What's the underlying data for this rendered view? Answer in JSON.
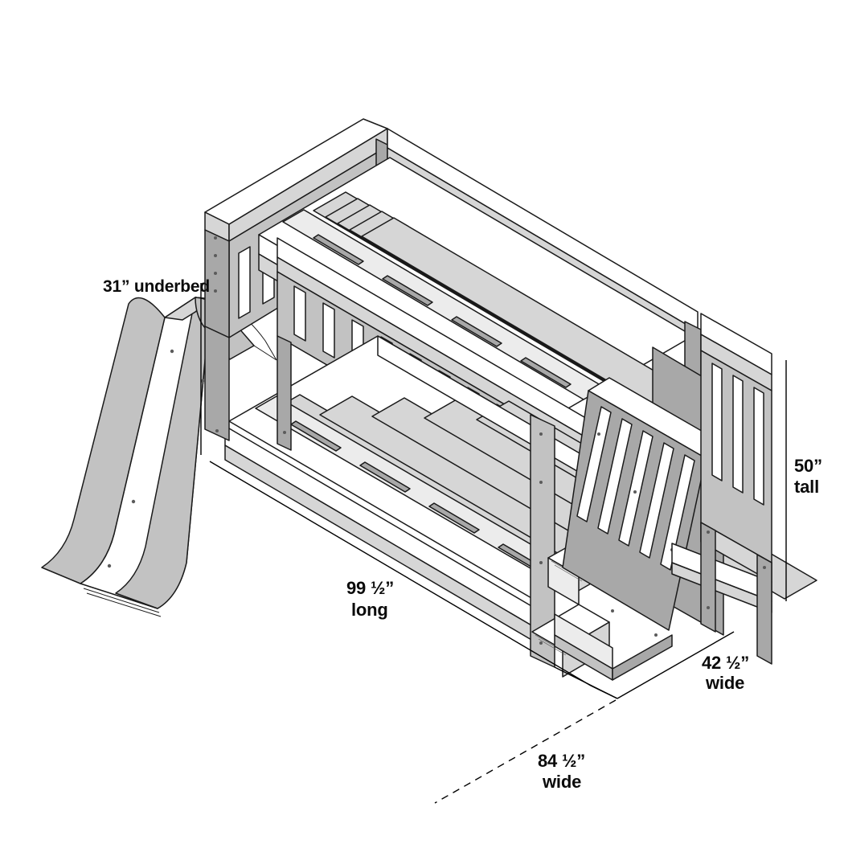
{
  "illustration": {
    "title": "Bunk bed with slide and stairs dimensional line drawing",
    "product": "Low bunk bed with slide and staircase",
    "view": "isometric line art",
    "palette": {
      "background": "#ffffff",
      "outline": "#1a1a1a",
      "face_light": "#ffffff",
      "face_mid": "#e3e3e3",
      "face_gray": "#c9c9c9",
      "face_dark": "#9a9a9a",
      "face_shadow": "#8a8a8a",
      "dimension_line": "#000000",
      "text": "#0b0b0b"
    },
    "components": [
      {
        "name": "upper-bunk-guard-rail",
        "label": "upper bunk guard rail"
      },
      {
        "name": "headboard-panel",
        "label": "slatted headboard"
      },
      {
        "name": "upper-bunk-slat-platform",
        "label": "upper bunk slat platform"
      },
      {
        "name": "lower-bunk-slat-platform",
        "label": "lower bunk slat platform"
      },
      {
        "name": "slide",
        "label": "slide"
      },
      {
        "name": "staircase",
        "label": "staircase with handrail"
      },
      {
        "name": "stair-guard-panel",
        "label": "stair guard panel"
      }
    ]
  },
  "dimensions": {
    "underbed": {
      "value": "31”",
      "unit_word": "underbed",
      "text": "31” underbed",
      "number": "31",
      "mark": "”",
      "kind": "clearance"
    },
    "length": {
      "value": "99 ½”",
      "unit_word": "long",
      "number": "99",
      "fraction": "½",
      "mark": "”",
      "kind": "length"
    },
    "width_side": {
      "value": "42 ½”",
      "unit_word": "wide",
      "number": "42",
      "fraction": "½",
      "mark": "”",
      "kind": "width"
    },
    "width_overall": {
      "value": "84 ½”",
      "unit_word": "wide",
      "number": "84",
      "fraction": "½",
      "mark": "”",
      "kind": "overall width",
      "line_style": "dashed"
    },
    "height": {
      "value": "50”",
      "unit_word": "tall",
      "number": "50",
      "mark": "”",
      "kind": "height"
    }
  }
}
